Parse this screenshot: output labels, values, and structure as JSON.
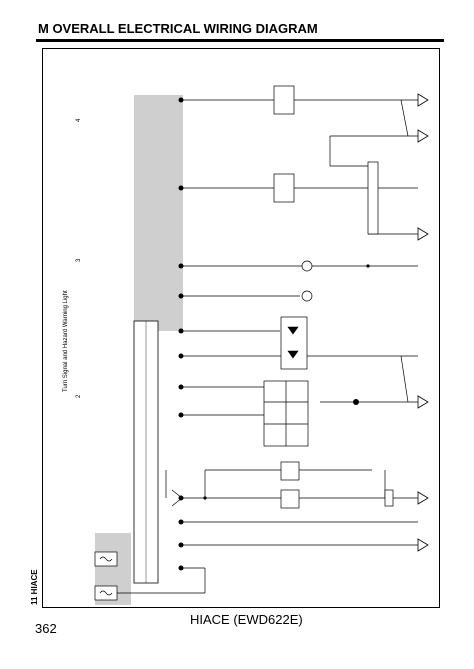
{
  "header": {
    "title": "M  OVERALL ELECTRICAL WIRING DIAGRAM"
  },
  "side": {
    "section": "11  HIACE",
    "system": "Turn Signal and Hazard Warning Light",
    "col_4": "4",
    "col_3": "3",
    "col_2": "2"
  },
  "footer": {
    "page_number": "362",
    "model": "HIACE (EWD622E)"
  },
  "colors": {
    "ink": "#000000",
    "relay_shade": "#cfcfcf"
  }
}
